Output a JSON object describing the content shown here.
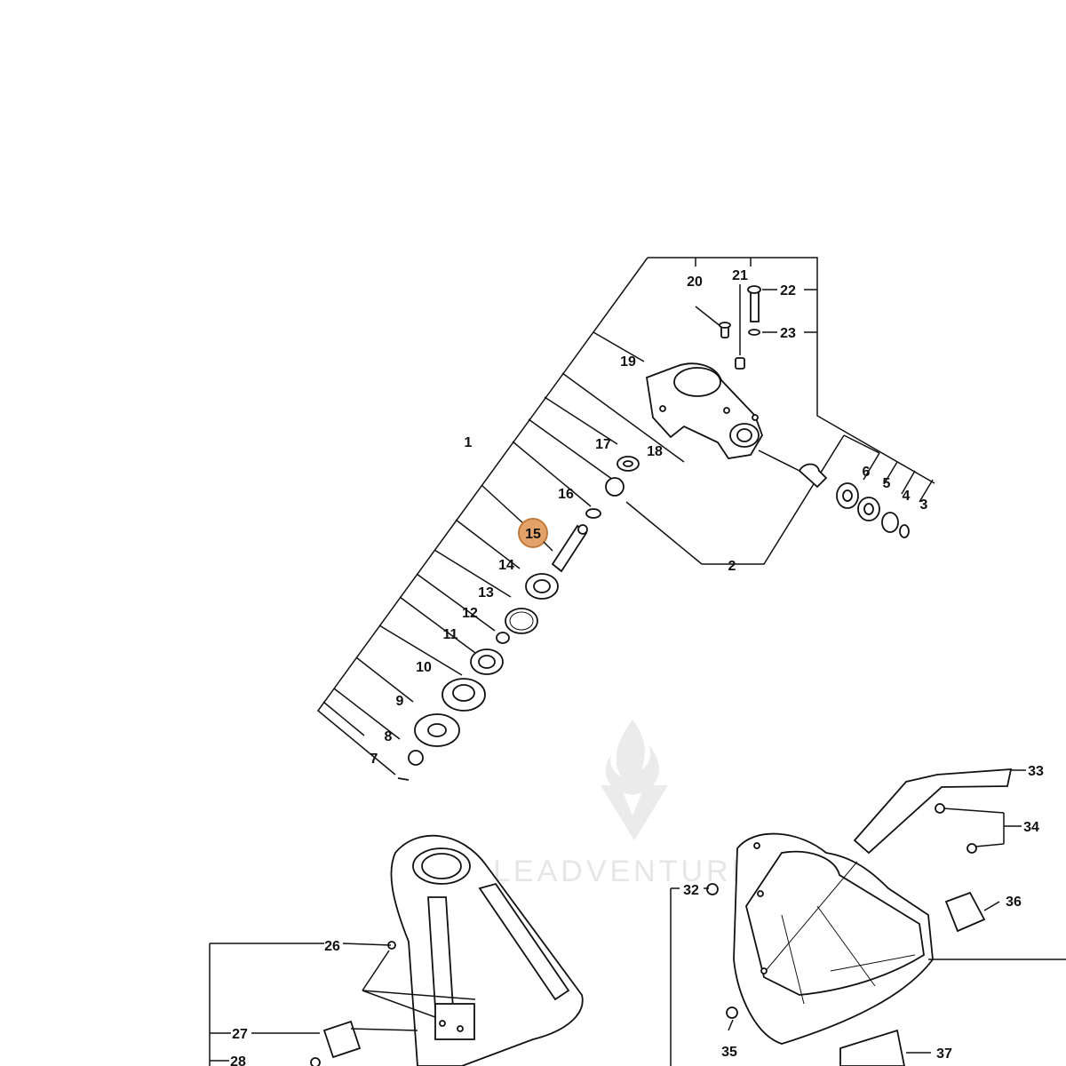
{
  "callouts": {
    "c1": "1",
    "c2": "2",
    "c3": "3",
    "c4": "4",
    "c5": "5",
    "c6": "6",
    "c7": "7",
    "c8": "8",
    "c9": "9",
    "c10": "10",
    "c11": "11",
    "c12": "12",
    "c13": "13",
    "c14": "14",
    "c15": "15",
    "c16": "16",
    "c17": "17",
    "c18": "18",
    "c19": "19",
    "c20": "20",
    "c21": "21",
    "c22": "22",
    "c23": "23",
    "c26": "26",
    "c27": "27",
    "c28": "28",
    "c32": "32",
    "c33": "33",
    "c34": "34",
    "c35": "35",
    "c36": "36",
    "c37": "37"
  },
  "highlighted_callout": "15",
  "watermark": {
    "text": "LEADVENTURE"
  },
  "colors": {
    "highlight": "#e2a36b",
    "line": "#111111",
    "watermark": "#e6e6e6"
  }
}
